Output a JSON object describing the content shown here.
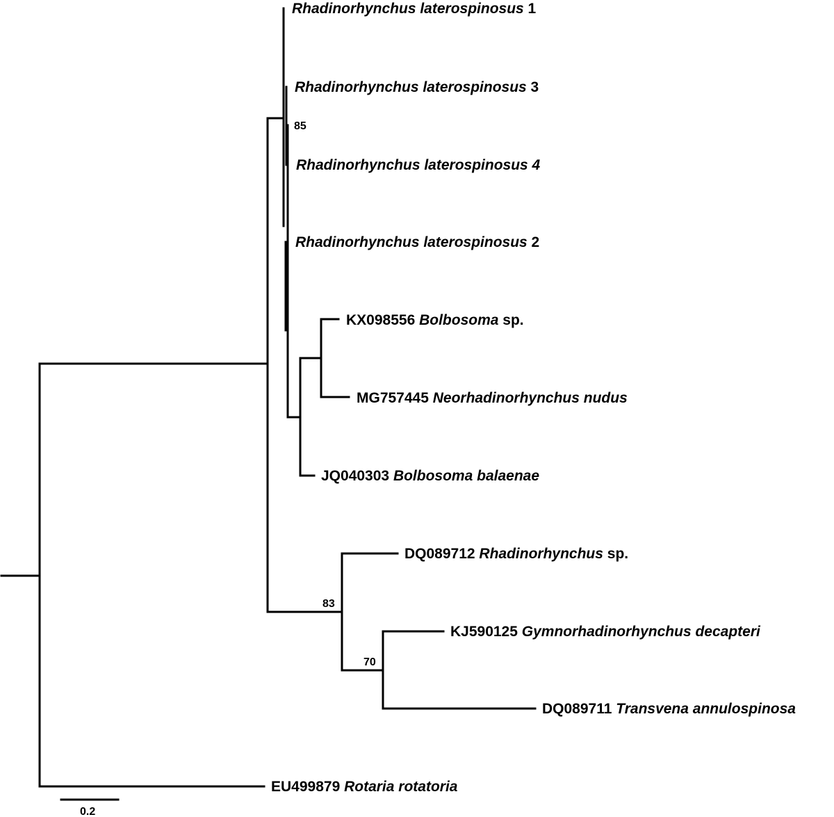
{
  "tips": {
    "rl1": {
      "accession": "",
      "genus": "Rhadinorhynchus laterospinosus",
      "suffix": " 1"
    },
    "rl3": {
      "accession": "",
      "genus": "Rhadinorhynchus laterospinosus",
      "suffix": " 3"
    },
    "rl4": {
      "accession": "",
      "genus": "Rhadinorhynchus laterospinosus 4",
      "suffix": ""
    },
    "rl2": {
      "accession": "",
      "genus": "Rhadinorhynchus laterospinosus",
      "suffix": " 2"
    },
    "kx": {
      "accession": "KX098556 ",
      "genus": "Bolbosoma",
      "suffix": " sp."
    },
    "mg": {
      "accession": "MG757445 ",
      "genus": "Neorhadinorhynchus nudus",
      "suffix": ""
    },
    "jq": {
      "accession": "JQ040303 ",
      "genus": "Bolbosoma balaenae",
      "suffix": ""
    },
    "dq12": {
      "accession": "DQ089712 ",
      "genus": "Rhadinorhynchus",
      "suffix": " sp."
    },
    "kj": {
      "accession": "KJ590125 ",
      "genus": "Gymnorhadinorhynchus decapteri",
      "suffix": ""
    },
    "dq11": {
      "accession": "DQ089711 ",
      "genus": "Transvena annulospinosa",
      "suffix": ""
    },
    "eu": {
      "accession": "EU499879 ",
      "genus": "Rotaria rotatoria",
      "suffix": ""
    }
  },
  "support": {
    "s85": "85",
    "s83": "83",
    "s70": "70"
  },
  "scale_bar": {
    "label": "0.2"
  }
}
